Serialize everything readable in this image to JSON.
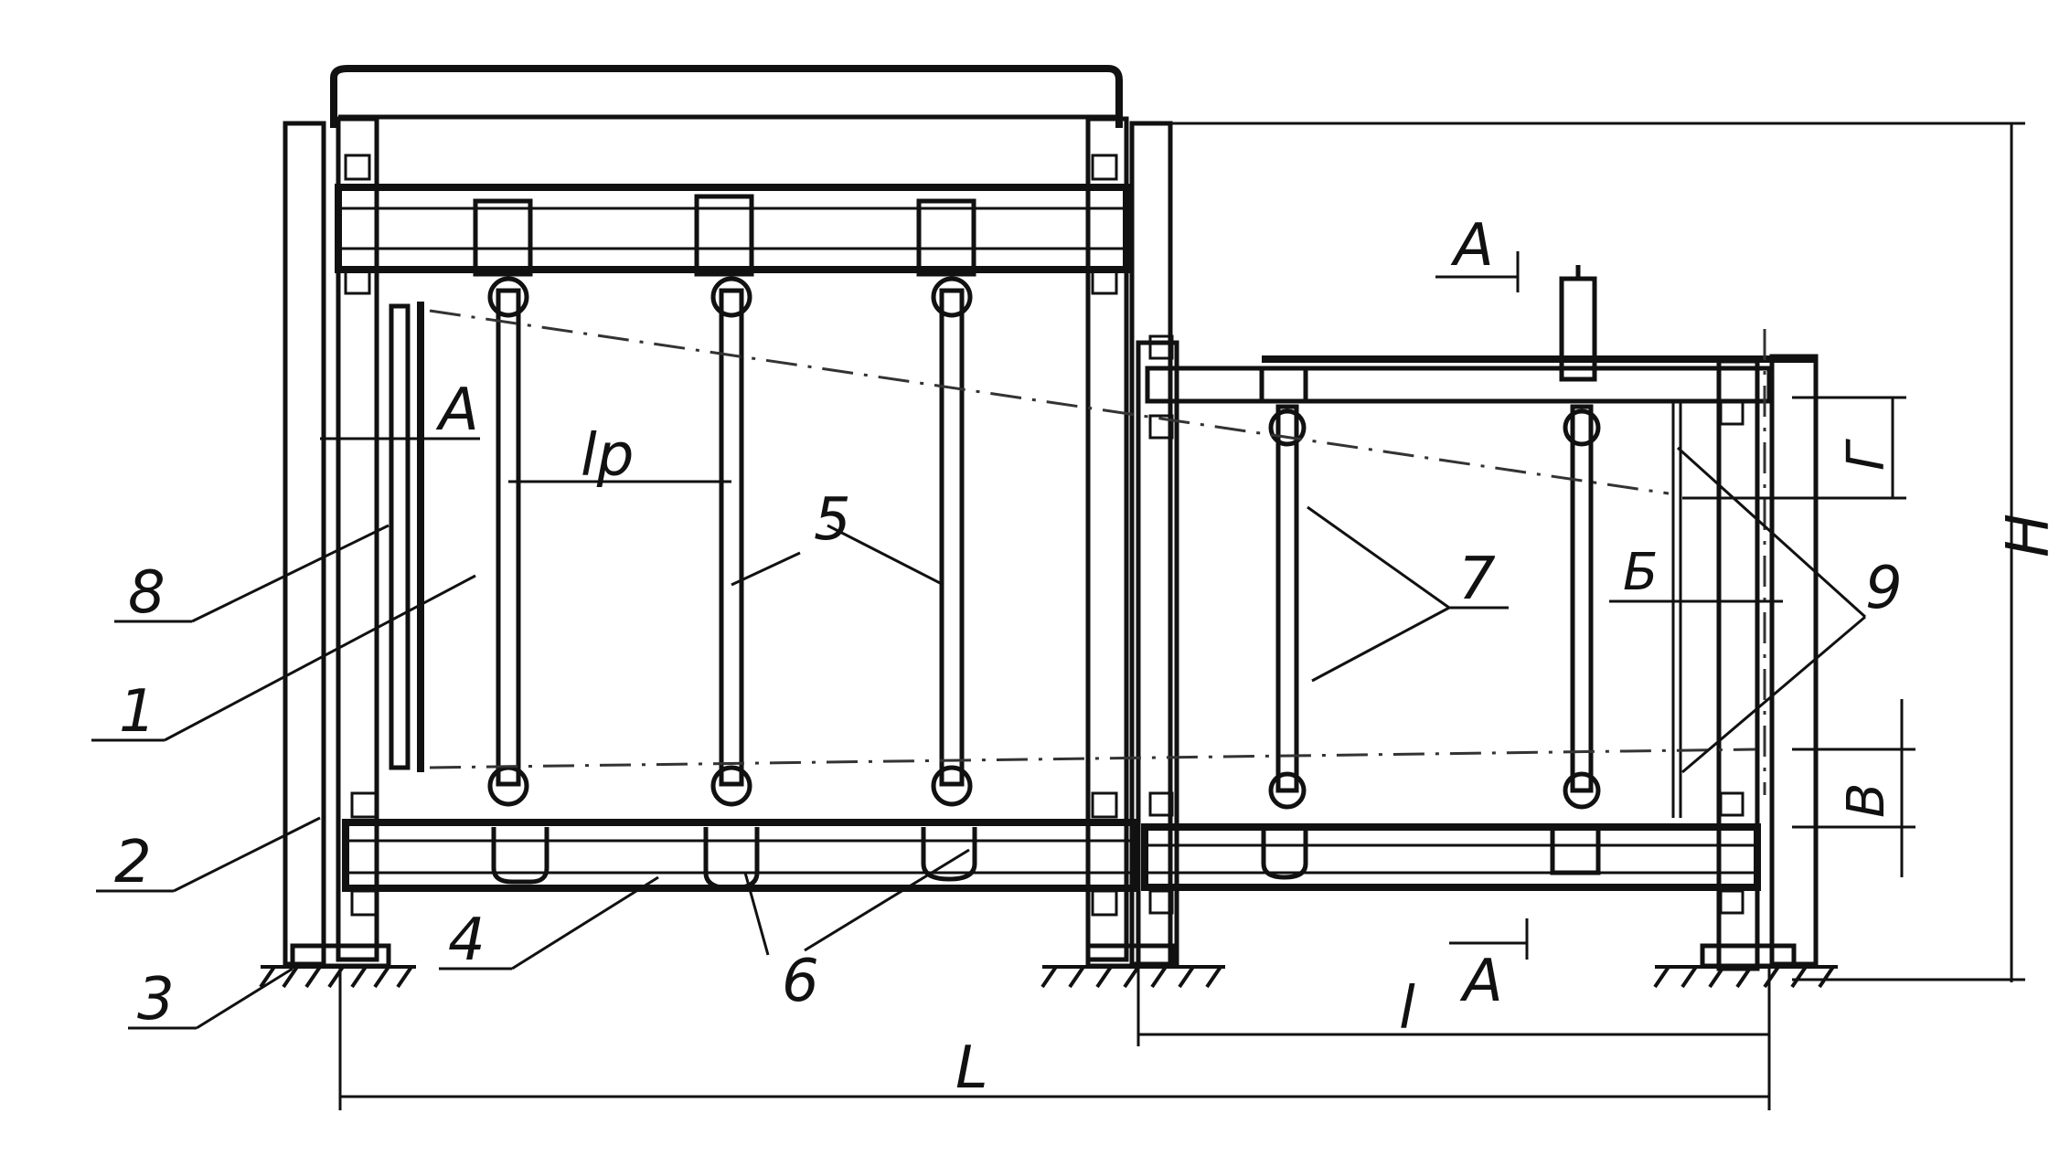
{
  "labels": {
    "n1": "1",
    "n2": "2",
    "n3": "3",
    "n4": "4",
    "n5": "5",
    "n6": "6",
    "n7": "7",
    "n8": "8",
    "n9": "9",
    "lp": "lp",
    "section_a_left": "A",
    "section_a_top": "A",
    "section_a_bottom": "A",
    "dim_L": "L",
    "dim_l": "l",
    "dim_H": "H",
    "dim_G": "Г",
    "dim_B6": "Б",
    "dim_V": "В"
  }
}
